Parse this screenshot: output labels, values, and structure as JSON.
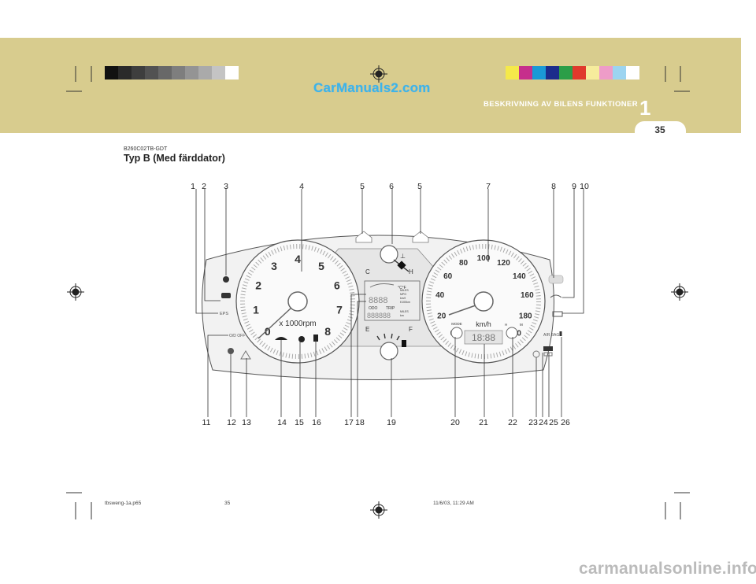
{
  "header": {
    "section_title": "BESKRIVNING AV BILENS FUNKTIONER",
    "chapter_number": "1",
    "page_number": "35",
    "watermark": "CarManuals2.com"
  },
  "content": {
    "code": "B260C02TB-GDT",
    "subtitle": "Typ B (Med färddator)"
  },
  "callouts_top": [
    "1",
    "2",
    "3",
    "4",
    "5",
    "6",
    "5",
    "7",
    "8",
    "9",
    "10"
  ],
  "callouts_bottom": [
    "11",
    "12",
    "13",
    "14",
    "15",
    "16",
    "17",
    "18",
    "19",
    "20",
    "21",
    "22",
    "23",
    "24",
    "25",
    "26"
  ],
  "cluster": {
    "tachometer": {
      "numbers": [
        "0",
        "1",
        "2",
        "3",
        "4",
        "5",
        "6",
        "7",
        "8"
      ],
      "unit": "x 1000rpm"
    },
    "speedometer": {
      "numbers": [
        "0",
        "20",
        "40",
        "60",
        "80",
        "100",
        "120",
        "140",
        "160",
        "180",
        "200"
      ],
      "unit": "km/h",
      "mode_label": "MODE",
      "clock": "18:88"
    },
    "temperature": {
      "cold": "C",
      "hot": "H"
    },
    "fuel": {
      "empty": "E",
      "full": "F"
    },
    "lcd": {
      "digits_top": "8888",
      "digits_bottom": "888888",
      "unit_temp": "°C°F",
      "labels": [
        "ODO",
        "TRIP"
      ],
      "side_labels": [
        "MILES",
        "MPG",
        "km/ℓ",
        "ℓ/100km",
        "MILES",
        "km"
      ]
    },
    "warning_labels": {
      "eps": "EPS",
      "od_off": "O/D OFF",
      "airbag": "AIR BAG"
    }
  },
  "footer": {
    "left": "tbsweng-1a.p65",
    "center": "35",
    "right": "11/6/03, 11:29 AM",
    "site": "carmanualsonline.info"
  },
  "colors": {
    "header_band": "#d8cc8e",
    "watermark": "#3bb5e8",
    "strip_gray": [
      "#111111",
      "#2a2a2a",
      "#3e3e3e",
      "#525252",
      "#686868",
      "#7e7e7e",
      "#949494",
      "#aaaaaa",
      "#c4c4c4",
      "#ffffff"
    ],
    "strip_color": [
      "#f5e94a",
      "#c62f8c",
      "#1a9ad6",
      "#1c2d8c",
      "#2c9e48",
      "#e03a2c",
      "#f6ec9c",
      "#ee9cc8",
      "#9cd4f0",
      "#ffffff"
    ]
  }
}
